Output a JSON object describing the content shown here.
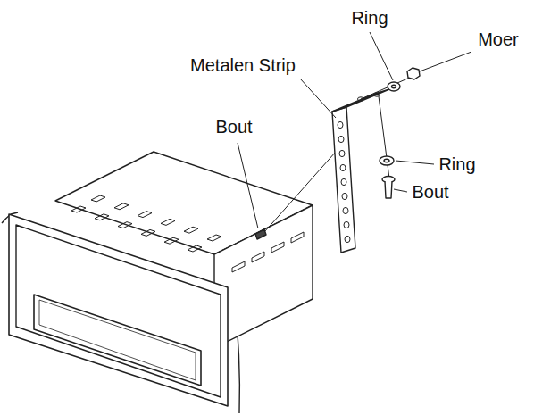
{
  "diagram": {
    "labels": [
      "Ring",
      "Moer",
      "Metalen Strip",
      "Bout",
      "Ring",
      "Bout"
    ]
  }
}
